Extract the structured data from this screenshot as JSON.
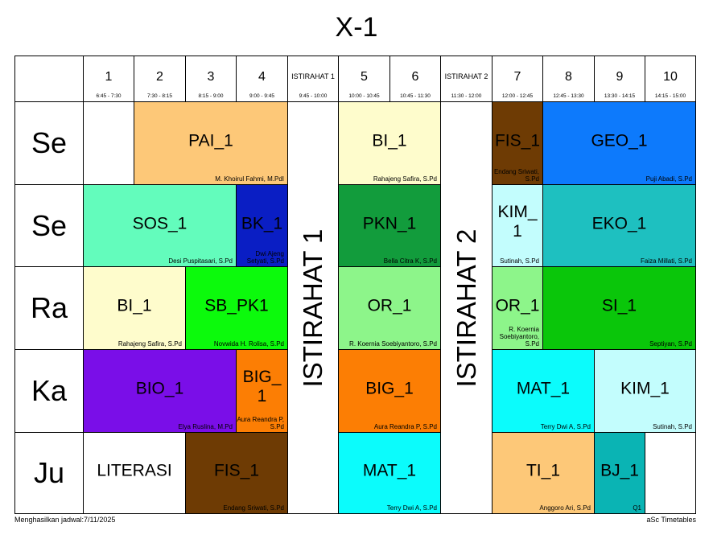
{
  "title": "X-1",
  "periods": [
    {
      "label": "1",
      "time": "6:45 - 7:30"
    },
    {
      "label": "2",
      "time": "7:30 - 8:15"
    },
    {
      "label": "3",
      "time": "8:15 - 9:00"
    },
    {
      "label": "4",
      "time": "9:00 - 9:45"
    },
    {
      "label": "ISTIRAHAT 1",
      "time": "9:45 - 10:00"
    },
    {
      "label": "5",
      "time": "10:00 - 10:45"
    },
    {
      "label": "6",
      "time": "10:45 - 11:30"
    },
    {
      "label": "ISTIRAHAT 2",
      "time": "11:30 - 12:00"
    },
    {
      "label": "7",
      "time": "12:00 - 12:45"
    },
    {
      "label": "8",
      "time": "12:45 - 13:30"
    },
    {
      "label": "9",
      "time": "13:30 - 14:15"
    },
    {
      "label": "10",
      "time": "14:15 - 15:00"
    }
  ],
  "days": [
    "Se",
    "Se",
    "Ra",
    "Ka",
    "Ju"
  ],
  "breaks": [
    "ISTIRAHAT 1",
    "ISTIRAHAT 2"
  ],
  "lessons": [
    {
      "subject": "PAI_1",
      "teacher": "M. Khoirul Fahmi, M.PdI",
      "color": "#fdc878"
    },
    {
      "subject": "BI_1",
      "teacher": "Rahajeng Safira, S.Pd",
      "color": "#fefccc"
    },
    {
      "subject": "FIS_1",
      "teacher": "Endang Sriwati, S.Pd",
      "color": "#6e3b04"
    },
    {
      "subject": "GEO_1",
      "teacher": "Puji Abadi, S.Pd",
      "color": "#0d7afc"
    },
    {
      "subject": "SOS_1",
      "teacher": "Desi Puspitasari, S.Pd",
      "color": "#63fcbc"
    },
    {
      "subject": "BK_1",
      "teacher": "Dwi Ajeng Setyati, S.Pd",
      "color": "#0a1ec4"
    },
    {
      "subject": "PKN_1",
      "teacher": "Bella Citra K, S.Pd",
      "color": "#129c3c"
    },
    {
      "subject": "KIM_1",
      "teacher": "Sutinah, S.Pd",
      "color": "#c3fdfd"
    },
    {
      "subject": "EKO_1",
      "teacher": "Faiza Millati, S.Pd",
      "color": "#1ec0c0"
    },
    {
      "subject": "BI_1",
      "teacher": "Rahajeng Safira, S.Pd",
      "color": "#fefccc"
    },
    {
      "subject": "SB_PK1",
      "teacher": "Novwida H. Rolisa, S.Pd",
      "color": "#0cfa0c"
    },
    {
      "subject": "OR_1",
      "teacher": "R. Koernia Soebiyantoro, S.Pd",
      "color": "#8df58a"
    },
    {
      "subject": "OR_1",
      "teacher": "R. Koernia Soebiyantoro, S.Pd",
      "color": "#8df58a"
    },
    {
      "subject": "SI_1",
      "teacher": "Septiyan, S.Pd",
      "color": "#0ac60a"
    },
    {
      "subject": "BIO_1",
      "teacher": "Elya Ruslina, M.Pd",
      "color": "#7a0ee8"
    },
    {
      "subject": "BIG_1",
      "teacher": "Aura Reandra P, S.Pd",
      "color": "#fc7e04"
    },
    {
      "subject": "BIG_1",
      "teacher": "Aura Reandra P, S.Pd",
      "color": "#fc7e04"
    },
    {
      "subject": "MAT_1",
      "teacher": "Terry Dwi A, S.Pd",
      "color": "#0bfcfc"
    },
    {
      "subject": "KIM_1",
      "teacher": "Sutinah, S.Pd",
      "color": "#c3fdfd"
    },
    {
      "subject": "LITERASI",
      "teacher": "",
      "color": "#ffffff"
    },
    {
      "subject": "FIS_1",
      "teacher": "Endang Sriwati, S.Pd",
      "color": "#6e3b04"
    },
    {
      "subject": "MAT_1",
      "teacher": "Terry Dwi A, S.Pd",
      "color": "#0bfcfc"
    },
    {
      "subject": "TI_1",
      "teacher": "Anggoro Ari, S.Pd",
      "color": "#fdc878"
    },
    {
      "subject": "BJ_1",
      "teacher": "Q1",
      "color": "#0ab4b4"
    }
  ],
  "footer": {
    "generated": "Menghasilkan jadwal:7/11/2025",
    "brand": "aSc Timetables"
  }
}
